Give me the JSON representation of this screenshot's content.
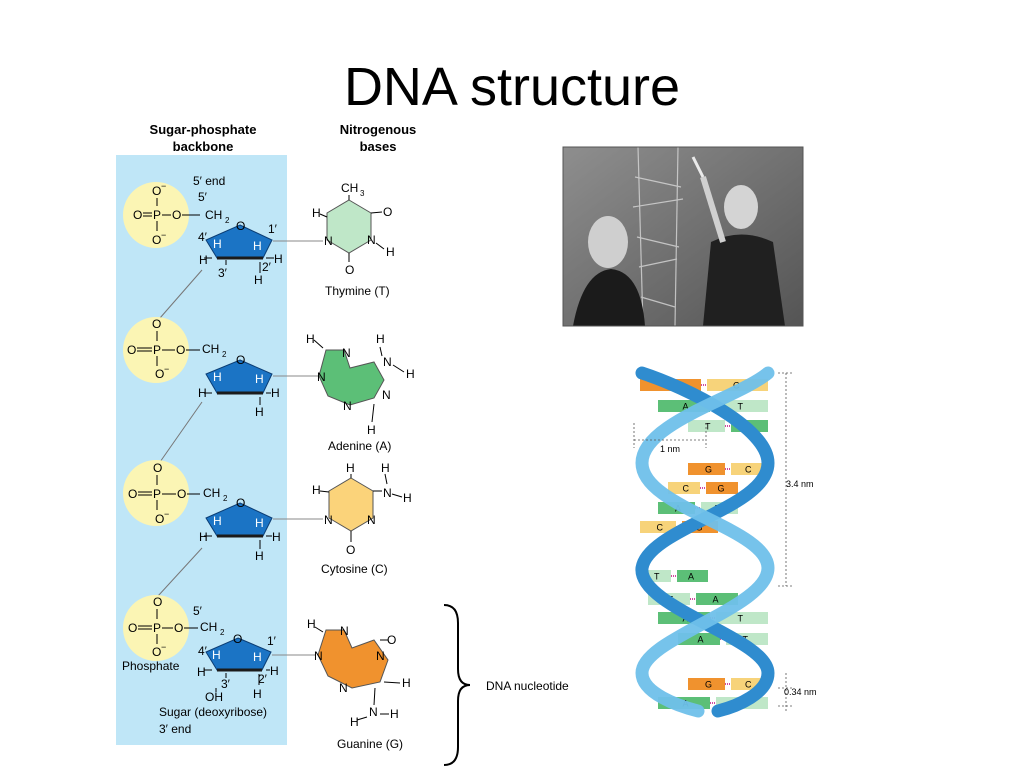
{
  "title": "DNA structure",
  "headers": {
    "backbone_line1": "Sugar-phosphate",
    "backbone_line2": "backbone",
    "bases_line1": "Nitrogenous",
    "bases_line2": "bases"
  },
  "labels": {
    "five_end": "5′ end",
    "three_end": "3′ end",
    "phosphate": "Phosphate",
    "sugar": "Sugar (deoxyribose)",
    "dna_nucleotide": "DNA nucleotide"
  },
  "bases": [
    "Thymine (T)",
    "Adenine (A)",
    "Cytosine (C)",
    "Guanine (G)"
  ],
  "helix": {
    "dim_1nm": "1 nm",
    "dim_34nm": "3.4 nm",
    "dim_034nm": "0.34 nm",
    "pairs": [
      [
        "G",
        "C"
      ],
      [
        "A",
        "T"
      ],
      [
        "T",
        "A"
      ],
      [
        "G",
        "C"
      ],
      [
        "C",
        "G"
      ],
      [
        "A",
        "T"
      ],
      [
        "C",
        "G"
      ],
      [
        "T",
        "A"
      ],
      [
        "T",
        "A"
      ],
      [
        "A",
        "T"
      ],
      [
        "A",
        "T"
      ],
      [
        "G",
        "C"
      ],
      [
        "A",
        "T"
      ]
    ]
  },
  "colors": {
    "backbone_bg": "#bfe6f7",
    "phosphate": "#fbf5b4",
    "sugar": "#1b74c5",
    "thymine": "#bfe7c8",
    "adenine": "#5cbf77",
    "cytosine": "#fbd37a",
    "guanine": "#f0922e",
    "helix_ribbon": "#3a9ad6"
  }
}
